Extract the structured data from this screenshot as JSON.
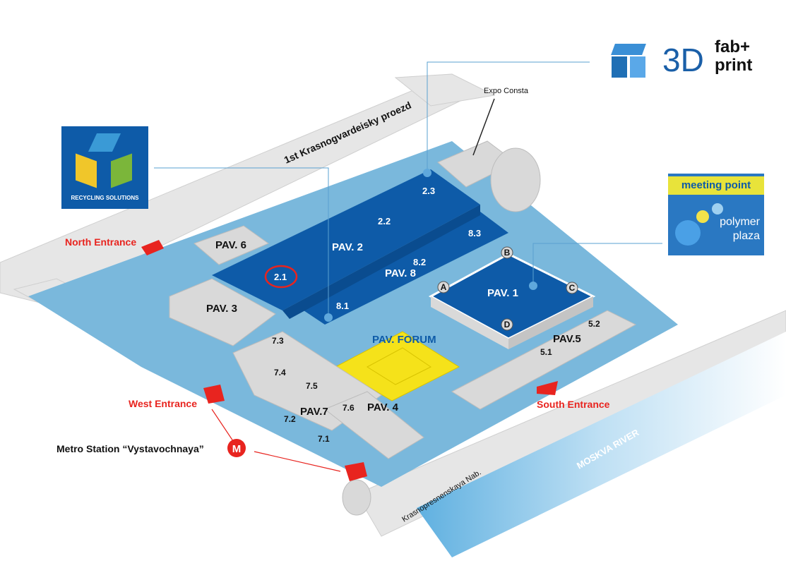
{
  "logos": {
    "fabprint": {
      "prefix": "3D",
      "line1": "fab+",
      "line2": "print"
    },
    "recycling": {
      "caption": "RECYCLING SOLUTIONS"
    },
    "meeting": {
      "line1": "meeting point",
      "line2": "polymer",
      "line3": "plaza"
    }
  },
  "labels": {
    "expo_consta": "Expo Consta",
    "road_top": "1st Krasnogvardeisky proezd",
    "road_bottom": "Krasnopresnenskaya Nab.",
    "river": "MOSKVA RIVER",
    "metro": "Metro Station “Vystavochnaya”",
    "metro_symbol": "M"
  },
  "entrances": {
    "north": "North Entrance",
    "west": "West Entrance",
    "south": "South Entrance"
  },
  "pavilions": {
    "pav1": "PAV. 1",
    "pav2": "PAV. 2",
    "pav3": "PAV. 3",
    "pav4": "PAV. 4",
    "pav5": "PAV.5",
    "pav6": "PAV. 6",
    "pav7": "PAV.7",
    "pav8": "PAV. 8",
    "forum": "PAV. FORUM"
  },
  "halls": {
    "h2_1": "2.1",
    "h2_2": "2.2",
    "h2_3": "2.3",
    "h8_1": "8.1",
    "h8_2": "8.2",
    "h8_3": "8.3",
    "h5_1": "5.1",
    "h5_2": "5.2",
    "h7_1": "7.1",
    "h7_2": "7.2",
    "h7_3": "7.3",
    "h7_4": "7.4",
    "h7_5": "7.5",
    "h7_6": "7.6"
  },
  "pav1_corners": {
    "a": "A",
    "b": "B",
    "c": "C",
    "d": "D"
  },
  "colors": {
    "ground": "#7ab8dc",
    "hall_blue": "#0e5ba8",
    "forum_yellow": "#f5e21a",
    "building_grey": "#d9d9d9",
    "entrance_red": "#e8241f",
    "road": "#e6e6e6"
  },
  "highlight": {
    "hall": "2.1"
  }
}
